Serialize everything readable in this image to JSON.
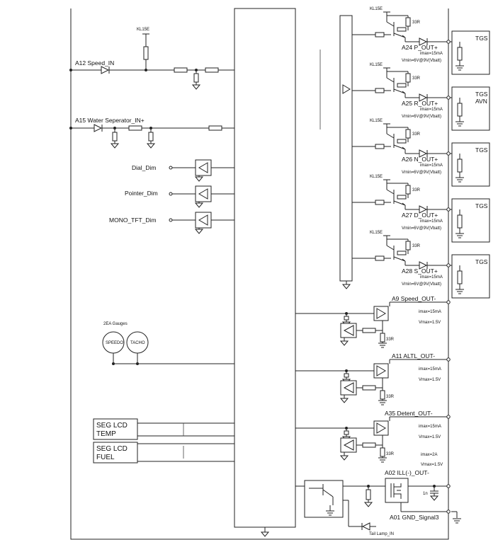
{
  "inputs": {
    "speed_in": "A12 Speed_IN",
    "water_in": "A15 Water Seperator_IN+",
    "kl15e": "KL15E"
  },
  "dimmers": [
    {
      "label": "Dial_Dim"
    },
    {
      "label": "Pointer_Dim"
    },
    {
      "label": "MONO_TFT_Dim"
    }
  ],
  "gauges": {
    "title": "2EA Gauges",
    "items": [
      "SPEEDO",
      "TACHO"
    ]
  },
  "seg_lcd": [
    {
      "line1": "SEG LCD",
      "line2": "TEMP"
    },
    {
      "line1": "SEG LCD",
      "line2": "FUEL"
    }
  ],
  "tgs_outputs": [
    {
      "kl": "KL15E",
      "res": "33R",
      "label": "A24 P_OUT+",
      "imax": "imax=15mA",
      "vmin": "Vmin=6V@9V(Vbatt)",
      "tgs": [
        "TGS"
      ]
    },
    {
      "kl": "KL15E",
      "res": "33R",
      "label": "A25 R_OUT+",
      "imax": "imax=15mA",
      "vmin": "Vmin=6V@9V(Vbatt)",
      "tgs": [
        "TGS",
        "AVN"
      ]
    },
    {
      "kl": "KL15E",
      "res": "33R",
      "label": "A26 N_OUT+",
      "imax": "imax=15mA",
      "vmin": "Vmin=6V@9V(Vbatt)",
      "tgs": [
        "TGS"
      ]
    },
    {
      "kl": "KL15E",
      "res": "33R",
      "label": "A27 D_OUT+",
      "imax": "imax=15mA",
      "vmin": "Vmin=6V@9V(Vbatt)",
      "tgs": [
        "TGS"
      ]
    },
    {
      "kl": "KL15E",
      "res": "33R",
      "label": "A28 S_OUT+",
      "imax": "imax=15mA",
      "vmin": "Vmin=6V@9V(Vbatt)",
      "tgs": [
        "TGS"
      ]
    }
  ],
  "gauge_outputs": [
    {
      "label": "A9   Speed_OUT-",
      "imax": "imax=15mA",
      "vmax": "Vmax=1.5V",
      "res": "33R"
    },
    {
      "label": "A11  ALTL_OUT-",
      "imax": "imax=15mA",
      "vmax": "Vmax=1.5V",
      "res": "33R"
    },
    {
      "label": "A35 Detent_OUT-",
      "imax": "imax=15mA",
      "vmax": "Vmax=1.5V",
      "res": "33R"
    }
  ],
  "ill": {
    "imax": "imax=2A",
    "vmax": "Vmax=1.5V",
    "label": "A02 ILL(-)_OUT-",
    "cap": "1n",
    "gnd": "A01  GND_Signal3",
    "tail": "Tail Lamp_IN"
  }
}
